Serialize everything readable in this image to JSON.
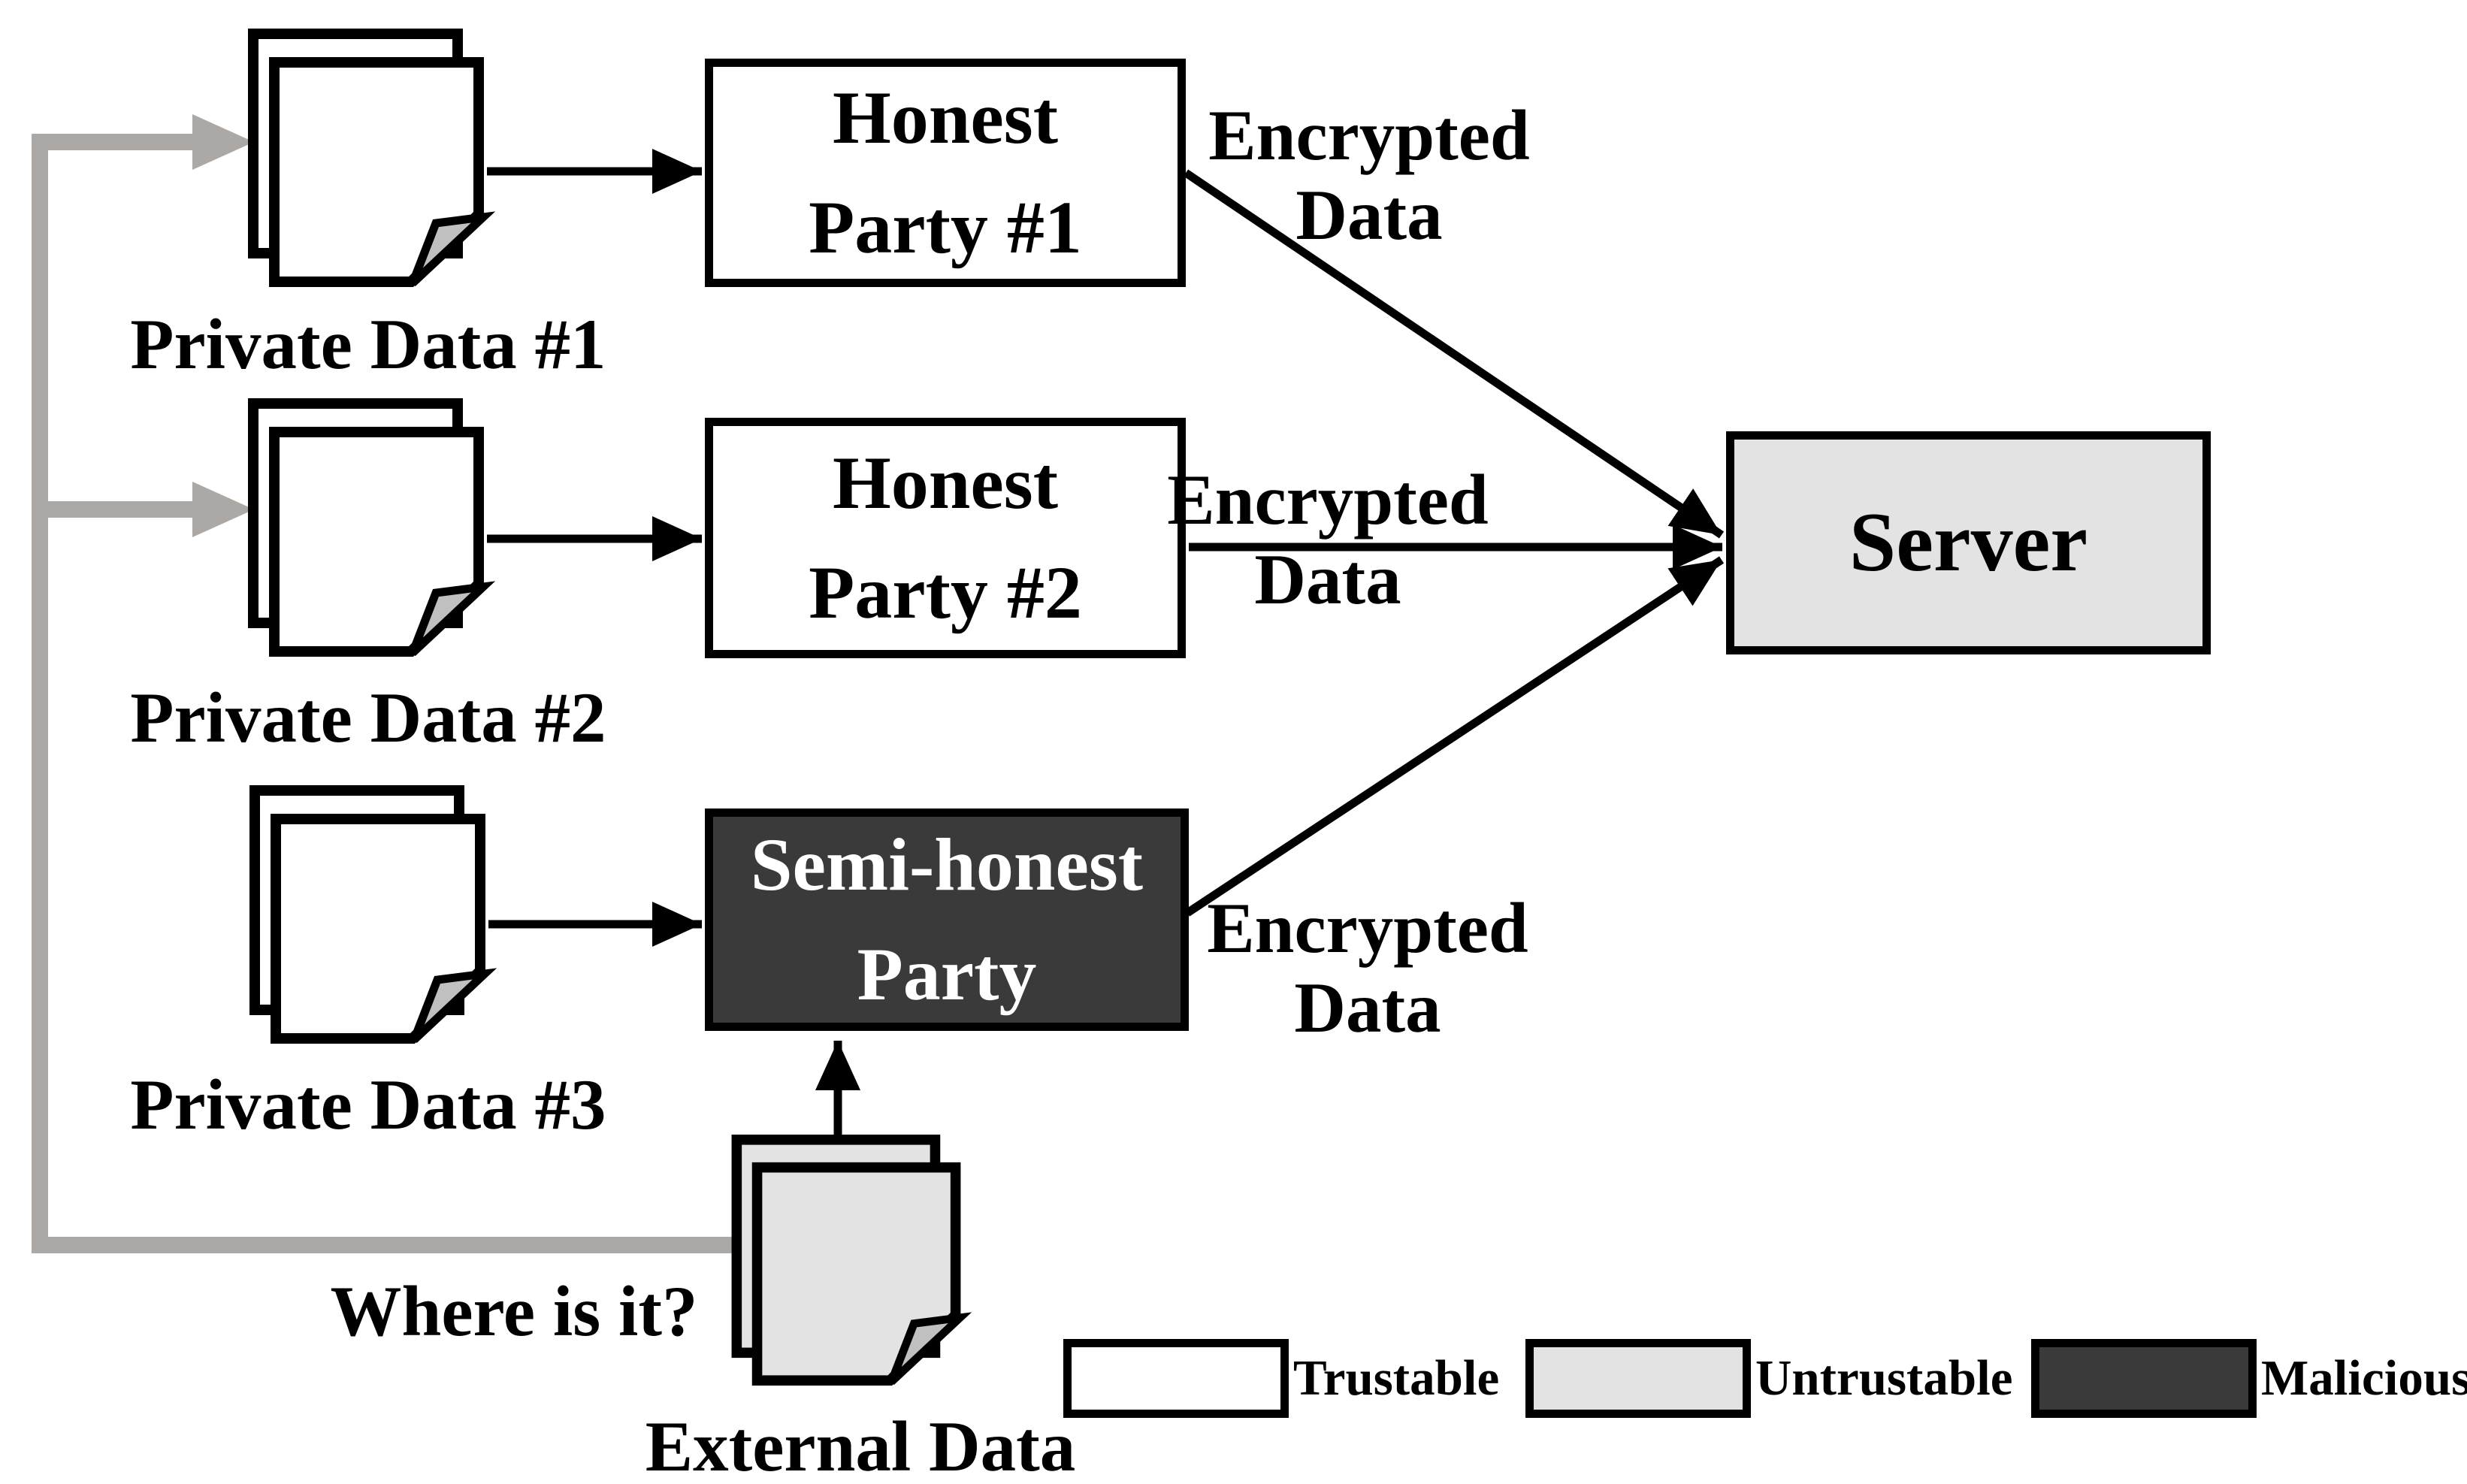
{
  "colors": {
    "trustable_fill": "#ffffff",
    "untrustable_fill": "#e3e3e3",
    "malicious_fill": "#3a3a3a",
    "connector_gray": "#aba8a5",
    "line_black": "#000000",
    "fold_gray": "#c0c0c0"
  },
  "nodes": {
    "honest_party_1": {
      "line1": "Honest",
      "line2": "Party #1"
    },
    "honest_party_2": {
      "line1": "Honest",
      "line2": "Party #2"
    },
    "semi_honest_party": {
      "line1": "Semi-honest",
      "line2": "Party"
    },
    "server": {
      "label": "Server"
    }
  },
  "doc_labels": {
    "private_data_1": "Private Data #1",
    "private_data_2": "Private Data #2",
    "private_data_3": "Private Data #3",
    "external_data": "External Data",
    "where_is_it": "Where is it?"
  },
  "edge_labels": {
    "encrypted_1": {
      "line1": "Encrypted",
      "line2": "Data"
    },
    "encrypted_2": {
      "line1": "Encrypted",
      "line2": "Data"
    },
    "encrypted_3": {
      "line1": "Encrypted",
      "line2": "Data"
    }
  },
  "legend": {
    "items": [
      {
        "label": "Trustable",
        "fill": "#ffffff"
      },
      {
        "label": "Untrustable",
        "fill": "#e3e3e3"
      },
      {
        "label": "Malicious",
        "fill": "#3a3a3a"
      }
    ]
  }
}
